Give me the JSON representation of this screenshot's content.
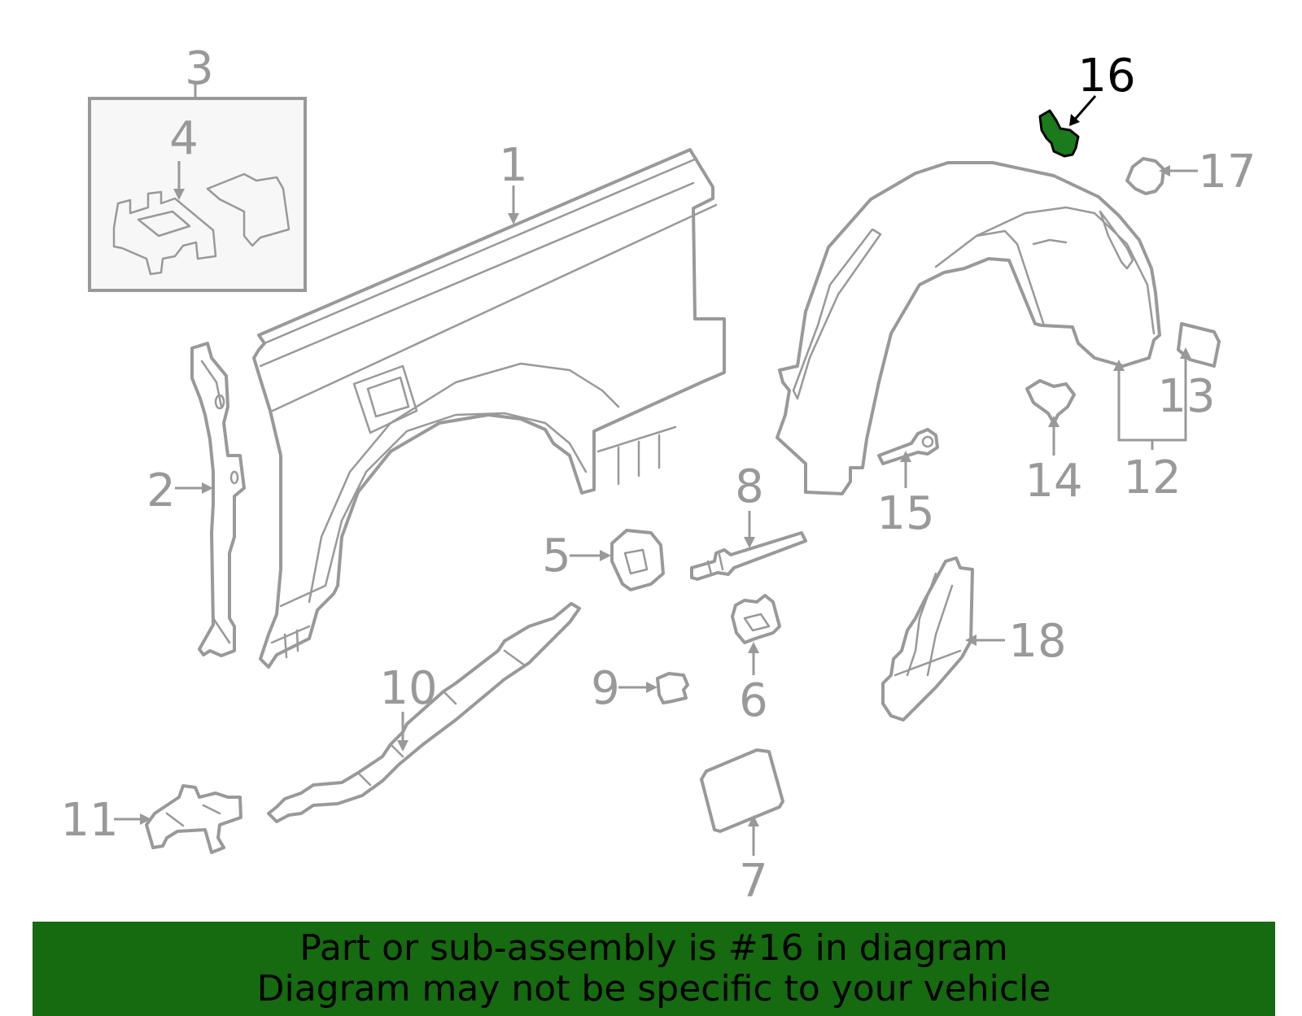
{
  "diagram": {
    "callouts": [
      {
        "id": "1",
        "label": "1"
      },
      {
        "id": "2",
        "label": "2"
      },
      {
        "id": "3",
        "label": "3"
      },
      {
        "id": "4",
        "label": "4"
      },
      {
        "id": "5",
        "label": "5"
      },
      {
        "id": "6",
        "label": "6"
      },
      {
        "id": "7",
        "label": "7"
      },
      {
        "id": "8",
        "label": "8"
      },
      {
        "id": "9",
        "label": "9"
      },
      {
        "id": "10",
        "label": "10"
      },
      {
        "id": "11",
        "label": "11"
      },
      {
        "id": "12",
        "label": "12"
      },
      {
        "id": "13",
        "label": "13"
      },
      {
        "id": "14",
        "label": "14"
      },
      {
        "id": "15",
        "label": "15"
      },
      {
        "id": "16",
        "label": "16",
        "highlighted": true
      },
      {
        "id": "17",
        "label": "17"
      },
      {
        "id": "18",
        "label": "18"
      }
    ],
    "colors": {
      "part_stroke": "#999999",
      "highlight_fill": "#1b7a1b",
      "highlight_label": "#000000",
      "banner_background": "#166a10"
    }
  },
  "footer": {
    "line1": "Part or sub-assembly is #16 in diagram",
    "line2": "Diagram may not be specific to your vehicle"
  }
}
